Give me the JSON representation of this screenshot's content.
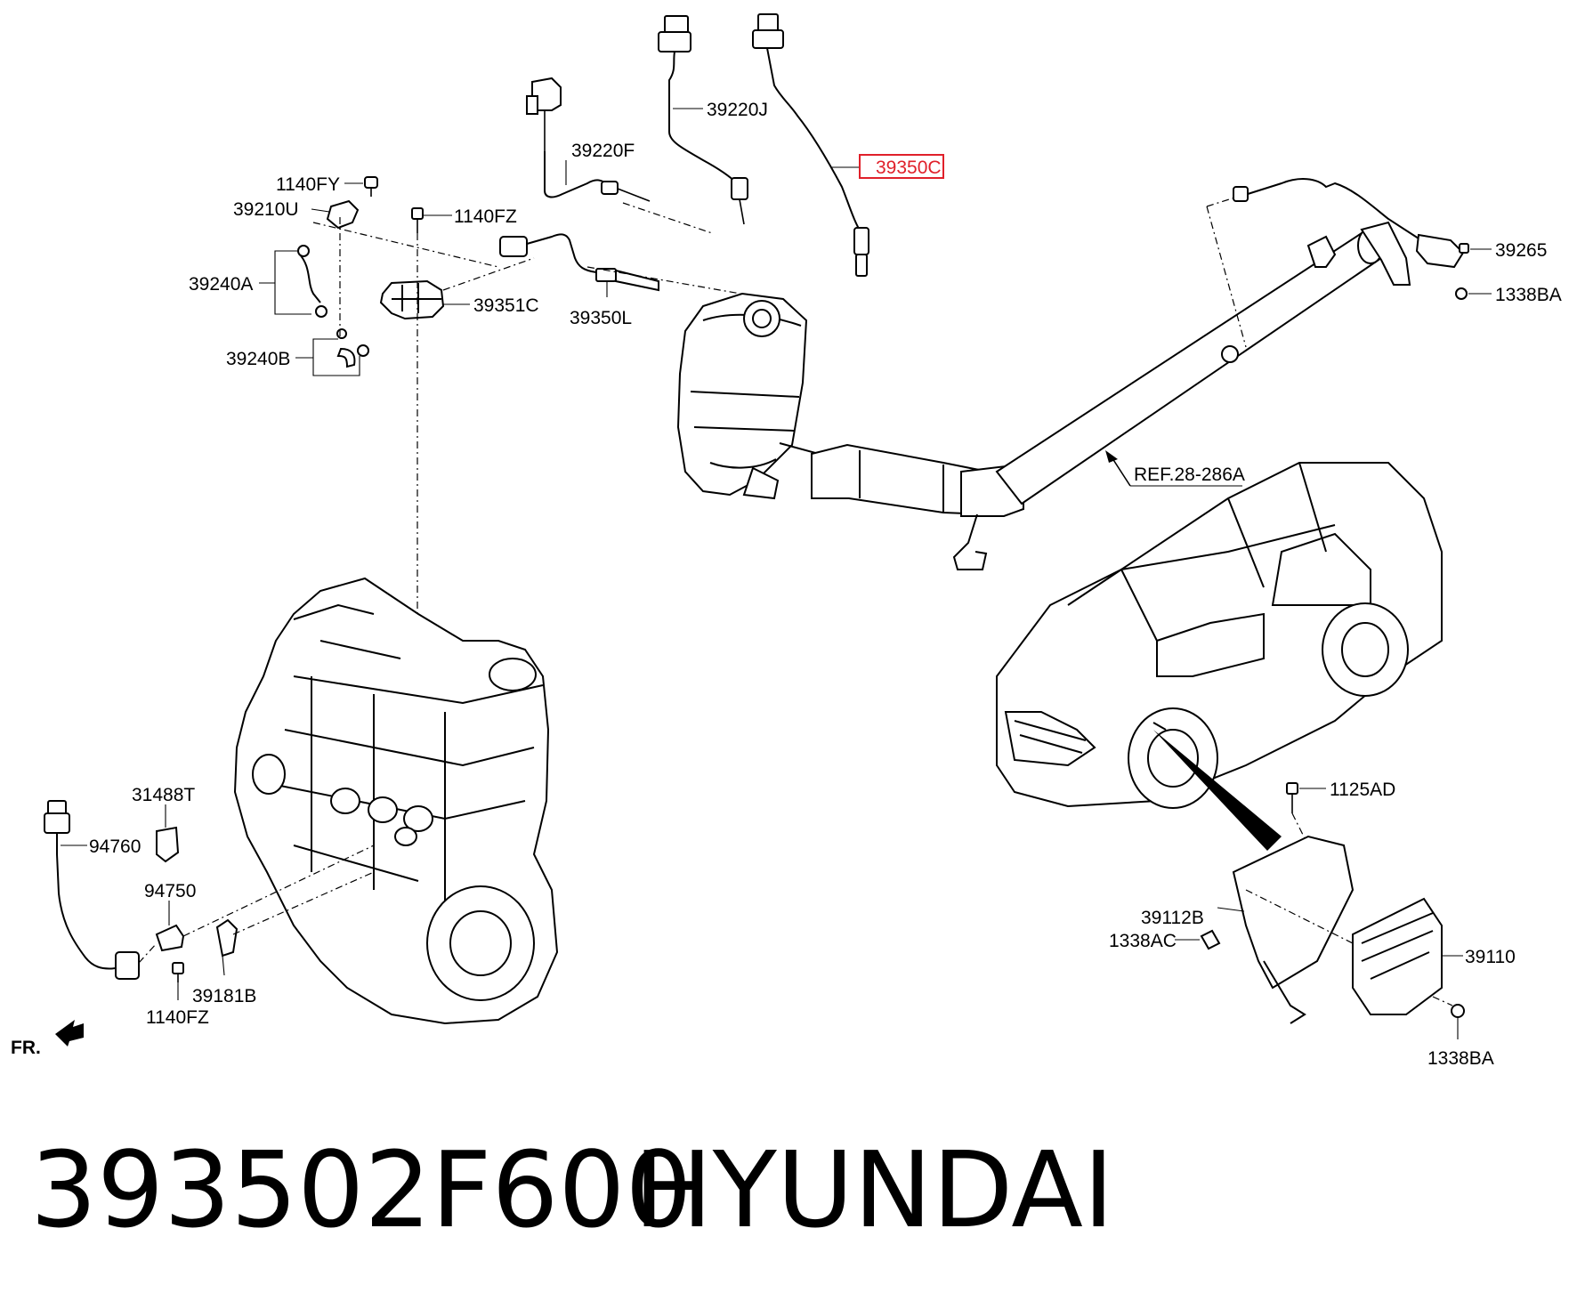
{
  "diagram": {
    "part_labels": {
      "p1140FY": "1140FY",
      "p39210U": "39210U",
      "p1140FZ_top": "1140FZ",
      "p39240A": "39240A",
      "p39351C": "39351C",
      "p39240B": "39240B",
      "p39220F": "39220F",
      "p39220J": "39220J",
      "p39350C": "39350C",
      "p39350L": "39350L",
      "p39265": "39265",
      "p1338BA_top": "1338BA",
      "ref": "REF.28-286A",
      "p31488T": "31488T",
      "p94760": "94760",
      "p94750": "94750",
      "p39181B": "39181B",
      "p1140FZ_bottom": "1140FZ",
      "p1125AD": "1125AD",
      "p39112B": "39112B",
      "p1338AC": "1338AC",
      "p39110": "39110",
      "p1338BA_bottom": "1338BA"
    },
    "front_label": "FR.",
    "highlight_color": "#e0202a"
  },
  "caption": {
    "part_number": "393502F600",
    "brand": "HYUNDAI"
  }
}
